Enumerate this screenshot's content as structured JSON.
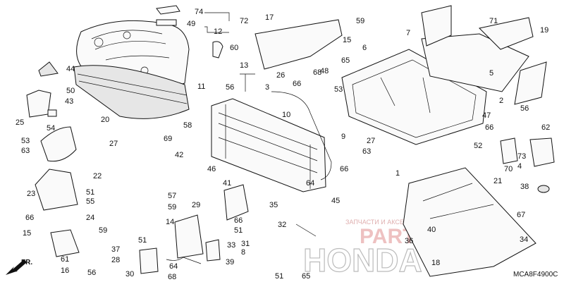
{
  "diagram": {
    "code": "MCA8F4900C",
    "direction_label": "FR.",
    "brand_outline": "HONDA",
    "watermark_main": "PARTSFOX.RU",
    "watermark_sub": "ЗАПЧАСТИ И АКСЕССУАРЫ ДЛЯ МОТОТЕХНИКИ"
  },
  "callouts": [
    "74",
    "72",
    "49",
    "12",
    "17",
    "59",
    "7",
    "71",
    "19",
    "60",
    "6",
    "65",
    "44",
    "48",
    "26",
    "68",
    "53",
    "5",
    "11",
    "13",
    "3",
    "66",
    "56",
    "10",
    "50",
    "43",
    "47",
    "9",
    "66",
    "62",
    "25",
    "54",
    "58",
    "20",
    "27",
    "63",
    "69",
    "52",
    "27",
    "53",
    "63",
    "42",
    "46",
    "66",
    "2",
    "56",
    "70",
    "73",
    "4",
    "22",
    "23",
    "51",
    "55",
    "41",
    "45",
    "64",
    "1",
    "21",
    "57",
    "59",
    "29",
    "38",
    "35",
    "24",
    "66",
    "67",
    "59",
    "66",
    "51",
    "32",
    "40",
    "61",
    "16",
    "15",
    "14",
    "51",
    "64",
    "33",
    "8",
    "31",
    "37",
    "28",
    "30",
    "39",
    "34",
    "36",
    "18",
    "68",
    "56",
    "15",
    "51",
    "65"
  ]
}
